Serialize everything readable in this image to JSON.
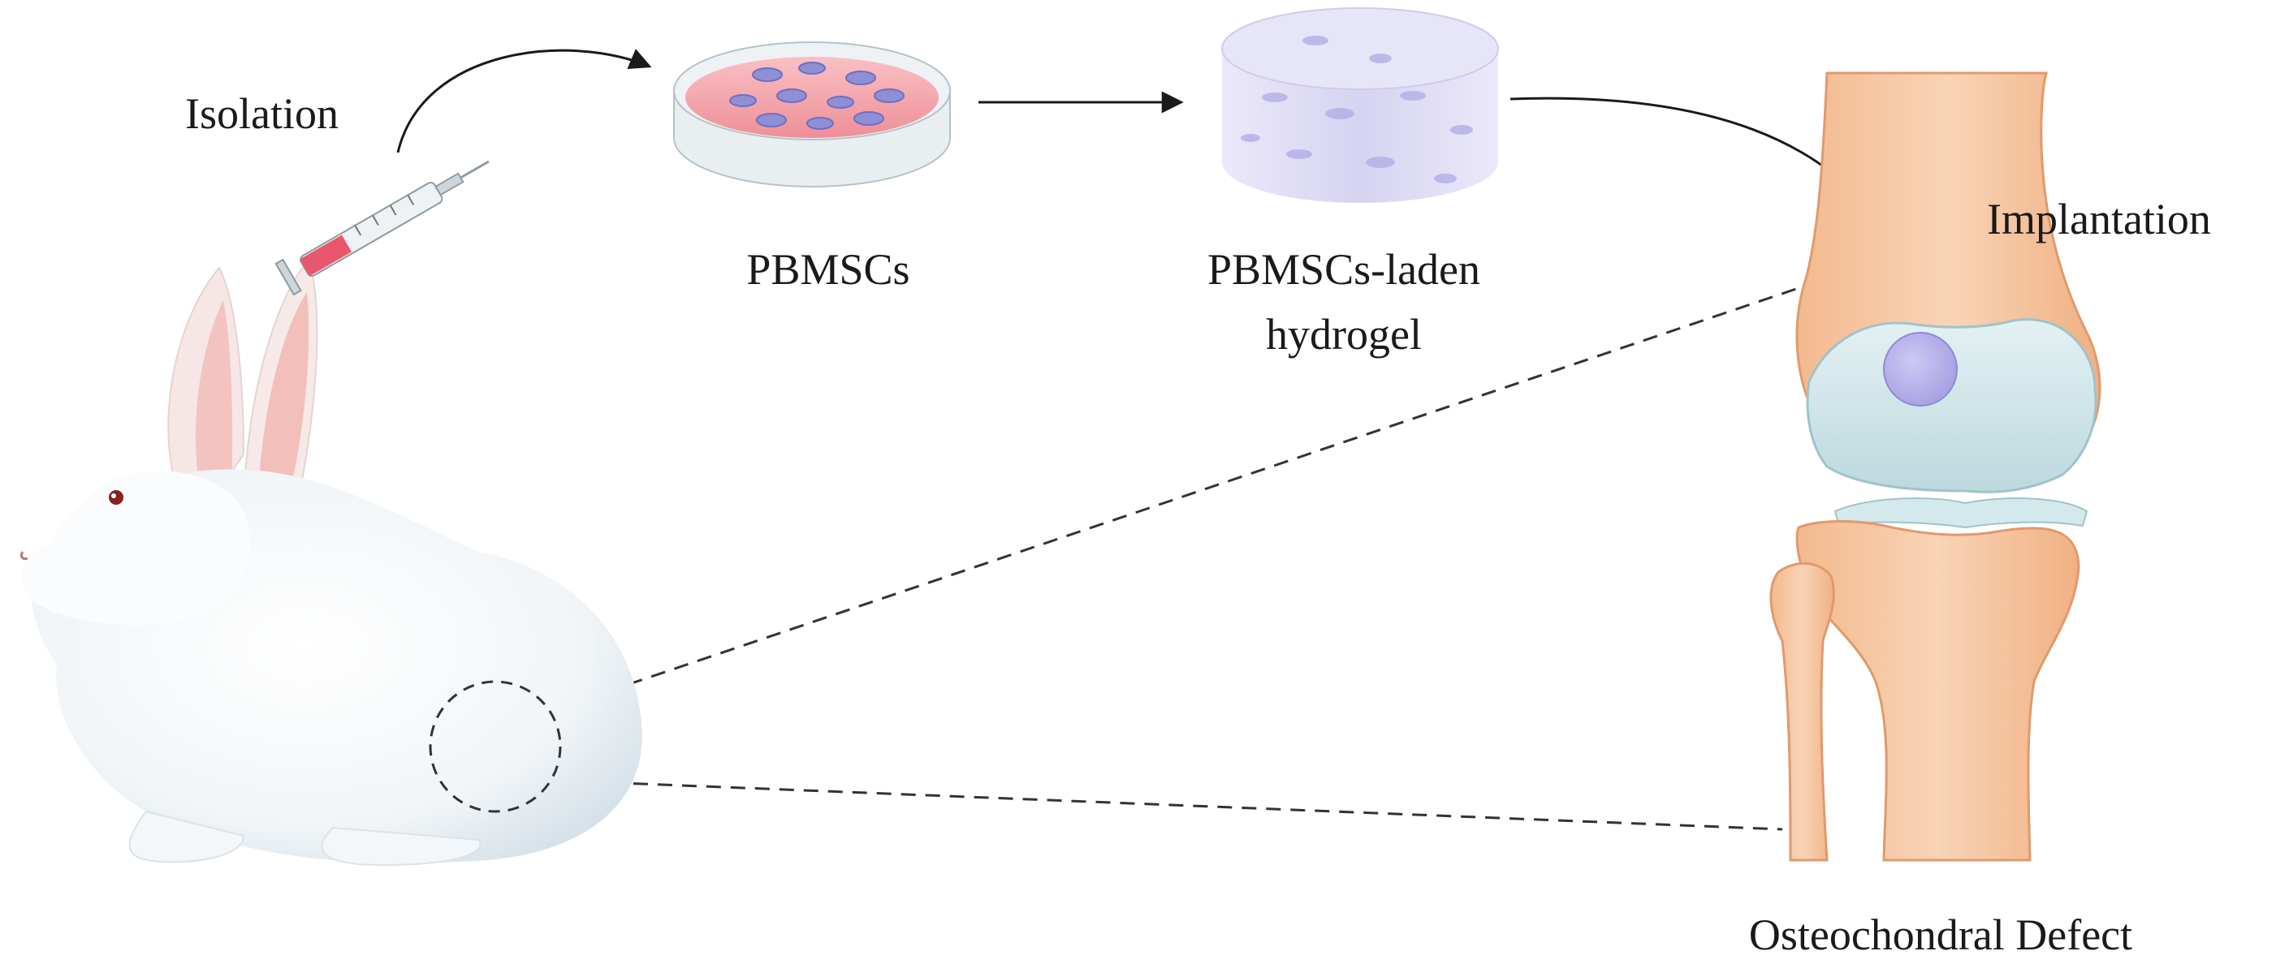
{
  "labels": {
    "isolation": "Isolation",
    "pbmscs": "PBMSCs",
    "hydrogel_line1": "PBMSCs-laden",
    "hydrogel_line2": "hydrogel",
    "implantation": "Implantation",
    "defect": "Osteochondral Defect"
  },
  "icons": [
    "rabbit-illustration",
    "syringe-icon",
    "petri-dish-icon",
    "hydrogel-cylinder-icon",
    "knee-joint-illustration"
  ],
  "colors": {
    "petri_medium": "#f4a3aa",
    "cells": "#8f8fd6",
    "hydrogel": "#d9d6f3",
    "bone": "#f7c9a3",
    "cartilage": "#cfe6ea",
    "implant": "#b9b4ec",
    "syringe_plunger": "#e8576b"
  }
}
